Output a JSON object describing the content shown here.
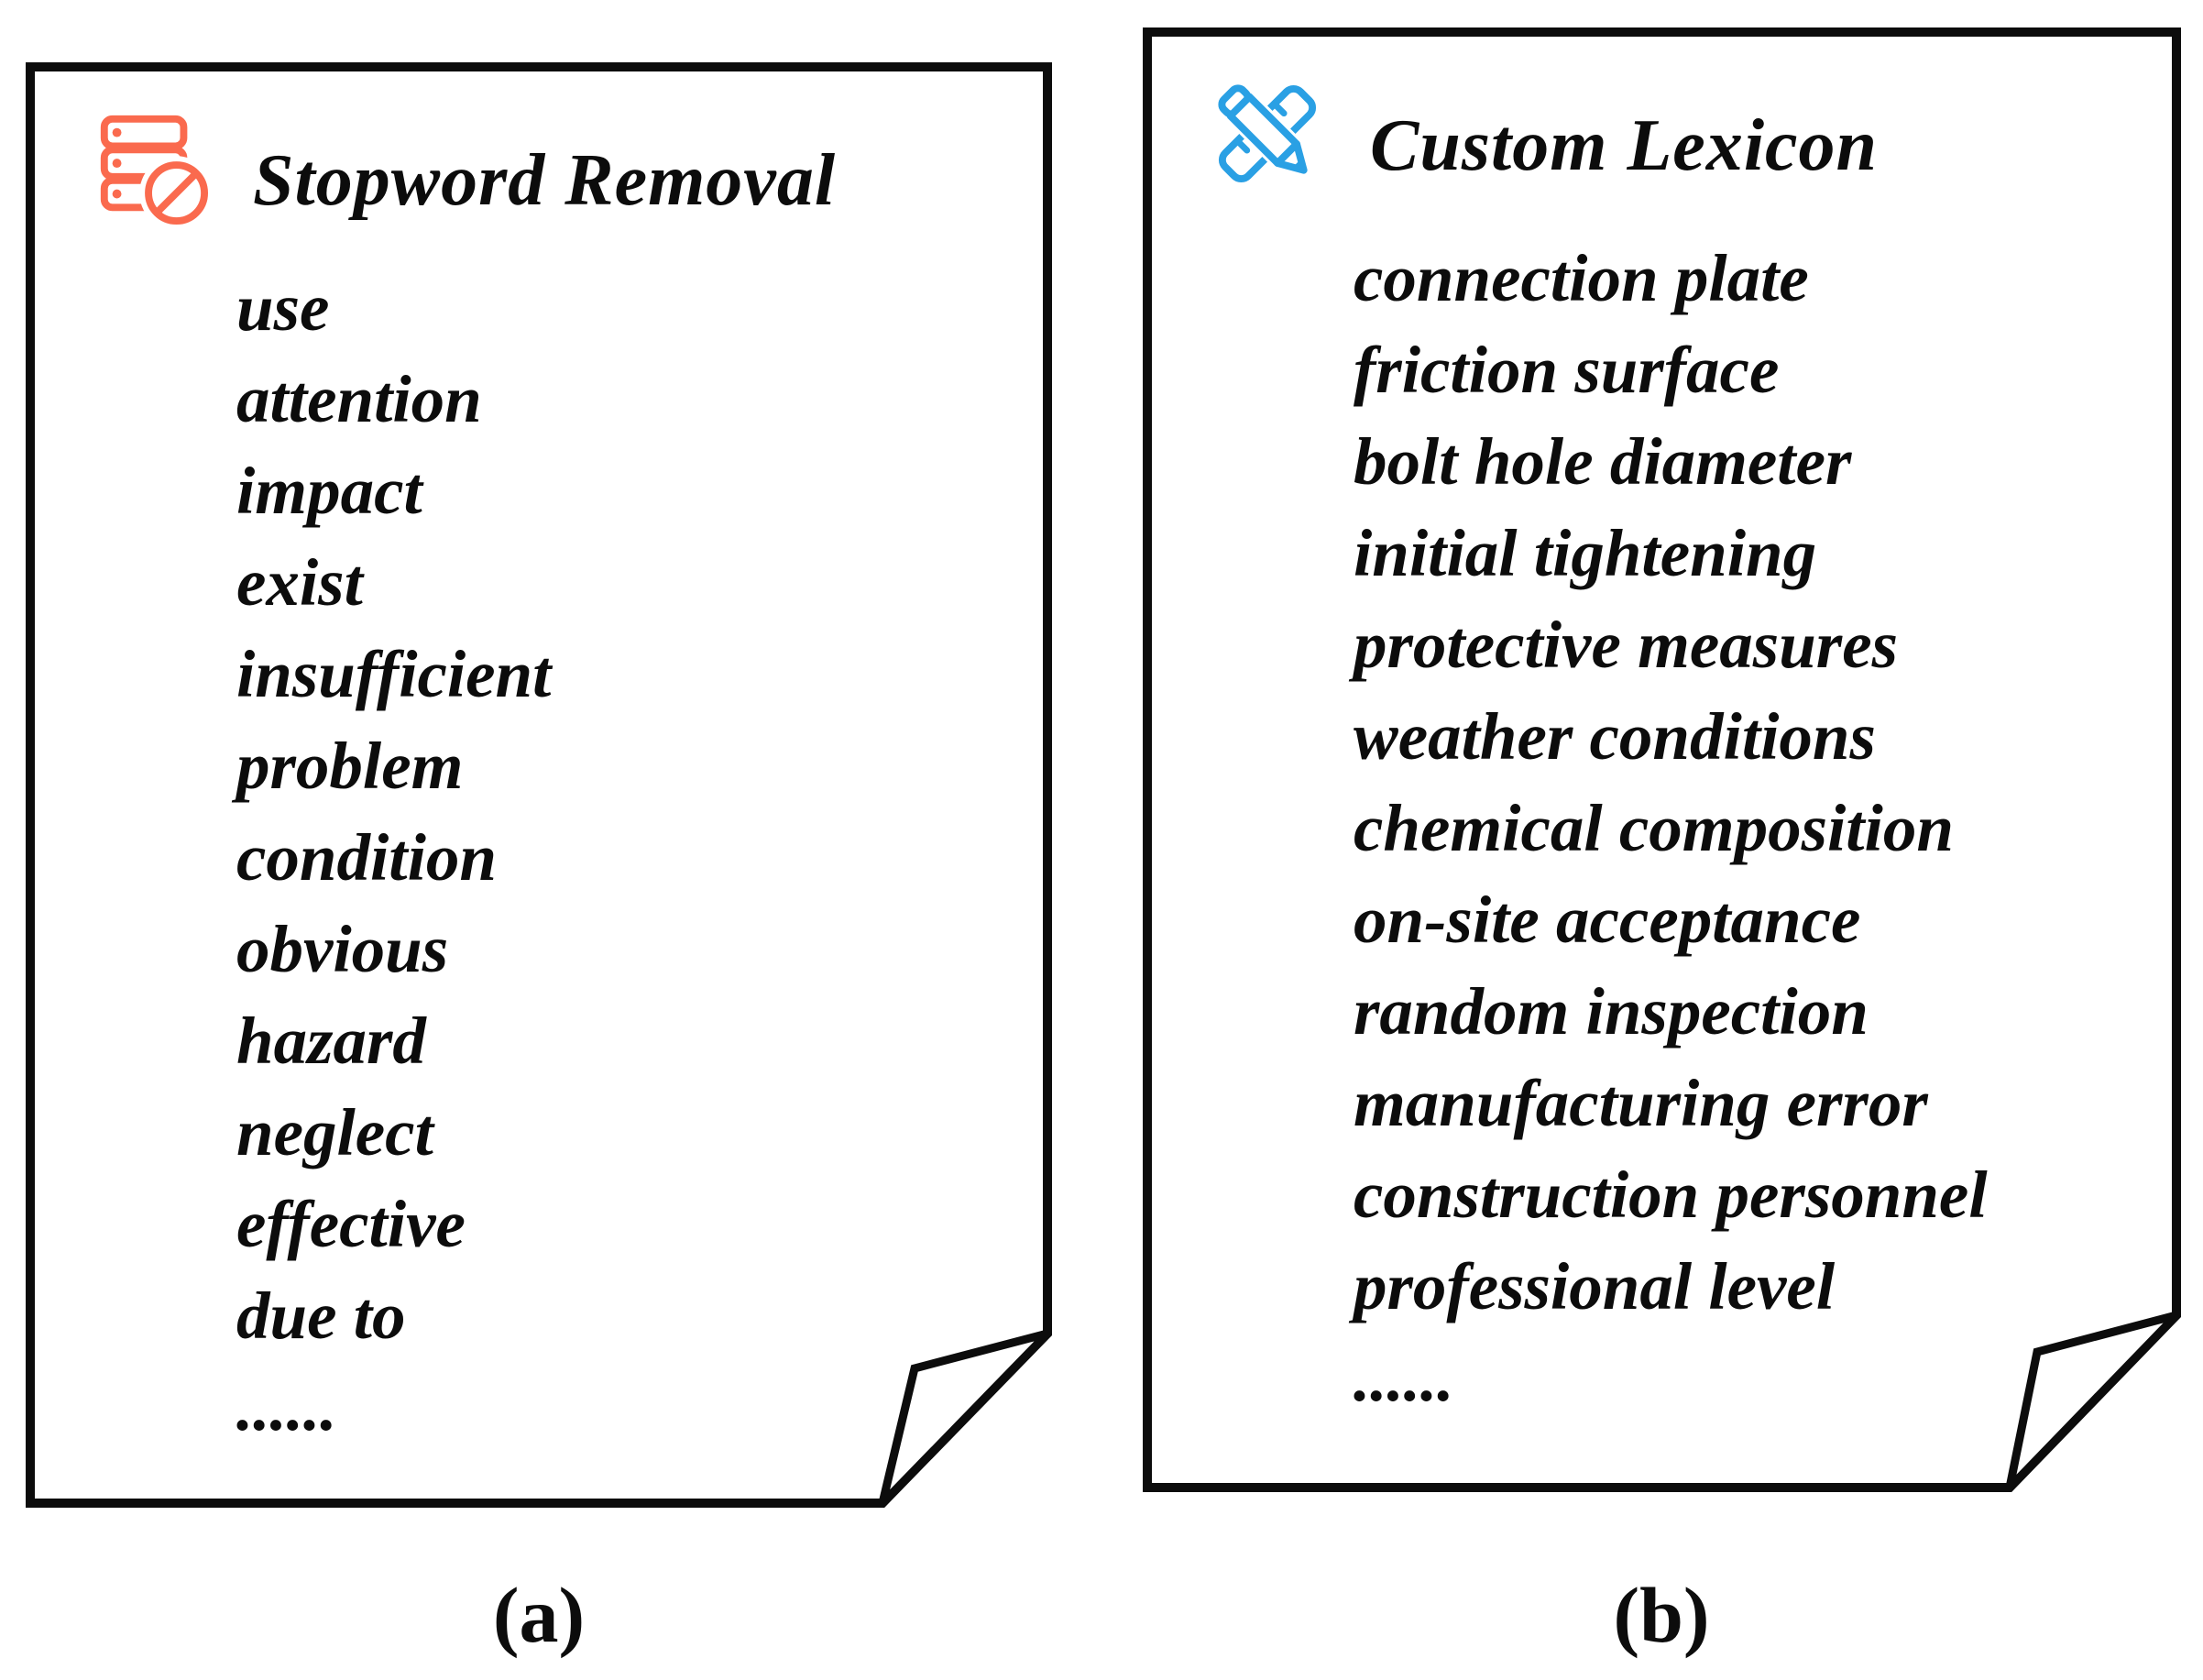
{
  "figure": {
    "background_color": "#ffffff",
    "ink_color": "#0c0c0c",
    "panels": [
      {
        "id": "a",
        "icon": "database-block-icon",
        "icon_color": "#fa6a4e",
        "title": "Stopword Removal",
        "items": [
          "use",
          "attention",
          "impact",
          "exist",
          "insufficient",
          "problem",
          "condition",
          "obvious",
          "hazard",
          "neglect",
          "effective",
          "due to",
          "......"
        ],
        "caption": "(a)"
      },
      {
        "id": "b",
        "icon": "pencil-ruler-icon",
        "icon_color": "#2aa0e4",
        "title": "Custom Lexicon",
        "items": [
          "connection plate",
          "friction surface",
          "bolt hole diameter",
          "initial tightening",
          "protective measures",
          "weather conditions",
          "chemical composition",
          "on-site acceptance",
          "random inspection",
          "manufacturing error",
          "construction personnel",
          "professional level",
          "......"
        ],
        "caption": "(b)"
      }
    ]
  }
}
